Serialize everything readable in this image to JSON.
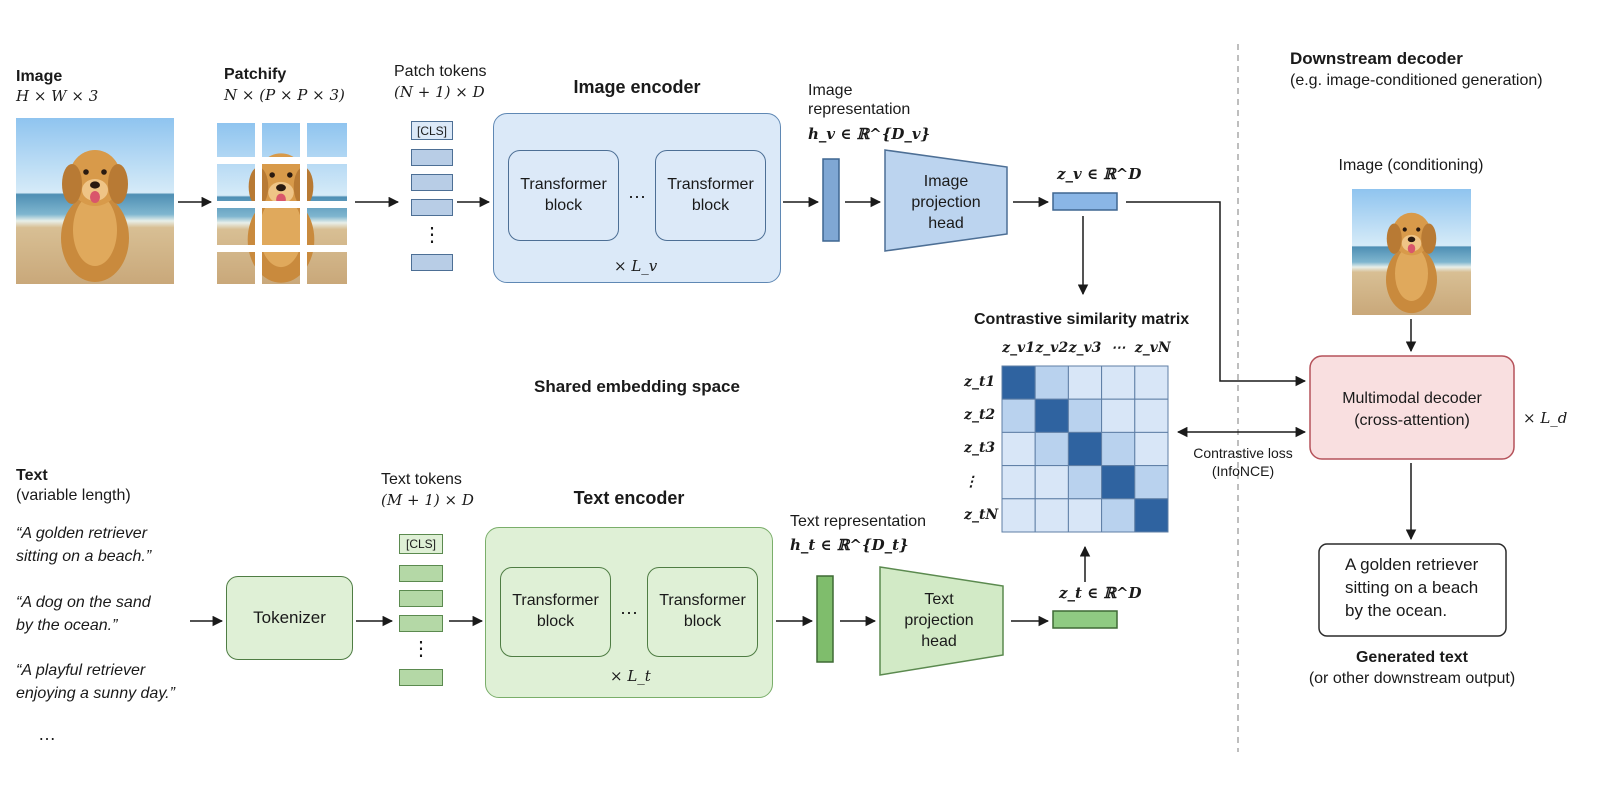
{
  "image_input": {
    "title": "Image",
    "shape": "H × W × 3"
  },
  "patchify": {
    "title": "Patchify",
    "shape": "N × (P × P × 3)"
  },
  "patch_tokens": {
    "title": "Patch tokens",
    "shape": "(N + 1) × D",
    "cls": "[CLS]",
    "vdots": "⋮"
  },
  "image_encoder": {
    "title": "Image encoder",
    "block_left": "Transformer\nblock",
    "block_right": "Transformer\nblock",
    "dots": "⋯",
    "repeat": "× L_v"
  },
  "image_representation": {
    "title": "Image\nrepresentation",
    "formula": "h_v ∈ ℝ^{D_v}"
  },
  "image_projection": "Image\nprojection\nhead",
  "z_v": "z_v ∈ ℝ^D",
  "text_input": {
    "title": "Text",
    "subtitle": "(variable length)",
    "captions": [
      "“A golden retriever\nsitting on a beach.”",
      "“A dog on the sand\nby the ocean.”",
      "“A playful retriever\nenjoying a sunny day.”"
    ],
    "ellipsis": "…"
  },
  "tokenizer": "Tokenizer",
  "text_tokens": {
    "title": "Text tokens",
    "shape": "(M + 1) × D",
    "cls": "[CLS]",
    "vdots": "⋮"
  },
  "text_encoder": {
    "title": "Text encoder",
    "block_left": "Transformer\nblock",
    "block_right": "Transformer\nblock",
    "dots": "⋯",
    "repeat": "× L_t"
  },
  "text_representation": {
    "title": "Text representation",
    "formula": "h_t ∈ ℝ^{D_t}"
  },
  "text_projection": "Text\nprojection\nhead",
  "z_t": "z_t ∈ ℝ^D",
  "shared_space": "Shared embedding space",
  "similarity_matrix": {
    "title": "Contrastive similarity matrix",
    "col_labels": [
      "z_v1",
      "z_v2",
      "z_v3",
      "⋯",
      "z_vN"
    ],
    "row_labels": [
      "z_t1",
      "z_t2",
      "z_t3",
      "⋮",
      "z_tN"
    ],
    "diagonal_color": "#2f63a0",
    "near_color": "#b9d2ee",
    "far_color": "#d8e6f7"
  },
  "contrastive_loss": "Contrastive loss\n(InfoNCE)",
  "downstream": {
    "title": "Downstream decoder",
    "subtitle": "(e.g. image-conditioned generation)",
    "conditioning_label": "Image (conditioning)",
    "decoder": "Multimodal decoder\n(cross-attention)",
    "repeat": "× L_d",
    "output_text": "A golden retriever\nsitting on a beach\nby the ocean.",
    "output_title": "Generated text",
    "output_subtitle": "(or other downstream output)"
  },
  "colors": {
    "image_fill": "#dbe9f8",
    "image_stroke": "#5f88b4",
    "text_fill": "#dff0d6",
    "text_stroke": "#7aae6a",
    "decoder_fill": "#f9dfe0",
    "decoder_stroke": "#b5525a",
    "arrow": "#1a1a1a"
  }
}
